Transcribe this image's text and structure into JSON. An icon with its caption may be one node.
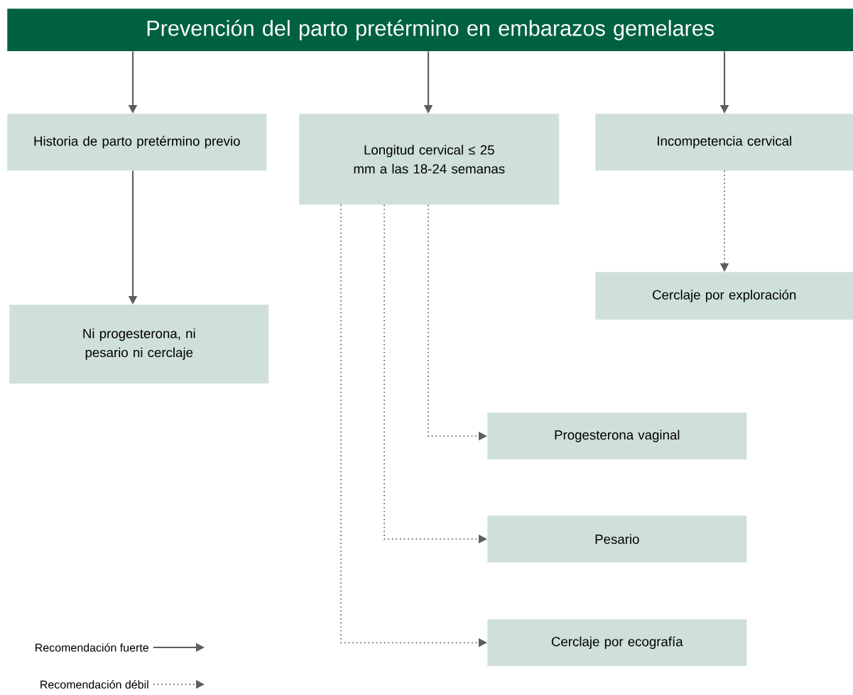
{
  "diagram": {
    "nodes": [
      {
        "text": [
          "Prevención del parto pretérmino en embarazos gemelares"
        ]
      },
      {
        "text": [
          "Historia de parto pretérmino previo"
        ]
      },
      {
        "text": [
          "Longitud cervical ≤ 25 mm a las 18-24 semanas"
        ]
      },
      {
        "text": [
          "Incompetencia cervical"
        ]
      },
      {
        "text": [
          "Ni progesterona, ni pesario ni cerclaje"
        ]
      },
      {
        "text": [
          "Cerclaje por exploración"
        ]
      },
      {
        "text": [
          "Progesterona vaginal"
        ]
      },
      {
        "text": [
          "Pesario"
        ]
      },
      {
        "text": [
          "Cerclaje por ecografía"
        ]
      }
    ],
    "edges": [
      {
        "from": 0,
        "to": 1,
        "arrow": "to"
      },
      {
        "from": 0,
        "to": 2,
        "arrow": "to"
      },
      {
        "from": 0,
        "to": 3,
        "arrow": "to"
      },
      {
        "from": 1,
        "to": 4,
        "arrow": "to"
      },
      {
        "from": 3,
        "to": 5,
        "arrow": "to",
        "style": "dashed"
      },
      {
        "from": 2,
        "to": 6,
        "arrow": "to",
        "style": "dashed"
      },
      {
        "from": 2,
        "to": 7,
        "arrow": "to",
        "style": "dashed"
      },
      {
        "from": 2,
        "to": 8,
        "arrow": "to",
        "style": "dashed"
      }
    ],
    "legend": [
      {
        "text": "Recomendación fuerte"
      },
      {
        "text": "Recomendación débil"
      }
    ]
  }
}
